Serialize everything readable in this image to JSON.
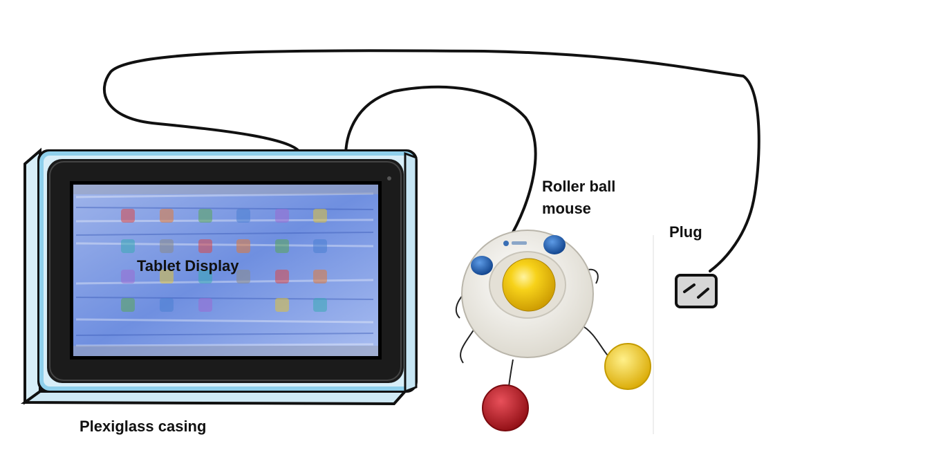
{
  "labels": {
    "tablet_display": "Tablet Display",
    "plexiglass_casing": "Plexiglass casing",
    "roller_ball_mouse_line1": "Roller ball",
    "roller_ball_mouse_line2": "mouse",
    "plug": "Plug"
  },
  "colors": {
    "casing_fill": "#cfe9f5",
    "casing_edge": "#8fd0ec",
    "tablet_body": "#1b1b1b",
    "screen_bg": "#8fa8e6",
    "mouse_body": "#ece9e0",
    "trackball": "#f2c200",
    "blue_button": "#1b62b8",
    "yellow_switch": "#f3cf2a",
    "red_switch": "#c4161c",
    "plug_fill": "#d6d6d6",
    "cable": "#111111"
  },
  "icons": [
    "app-icon",
    "plug-icon",
    "trackball-icon"
  ]
}
